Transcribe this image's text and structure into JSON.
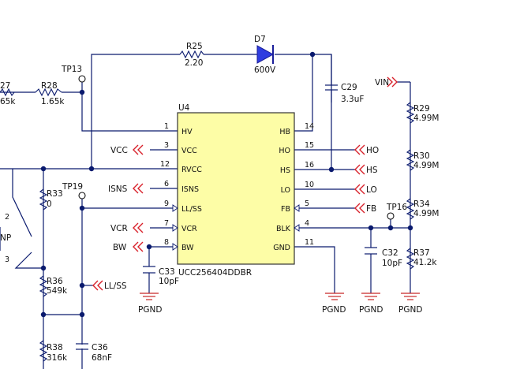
{
  "ic": {
    "ref": "U4",
    "part": "UCC256404DDBR",
    "left_pins": [
      {
        "num": "1",
        "name": "HV"
      },
      {
        "num": "3",
        "name": "VCC"
      },
      {
        "num": "12",
        "name": "RVCC"
      },
      {
        "num": "6",
        "name": "ISNS"
      },
      {
        "num": "9",
        "name": "LL/SS"
      },
      {
        "num": "7",
        "name": "VCR"
      },
      {
        "num": "8",
        "name": "BW"
      }
    ],
    "right_pins": [
      {
        "num": "14",
        "name": "HB"
      },
      {
        "num": "15",
        "name": "HO"
      },
      {
        "num": "16",
        "name": "HS"
      },
      {
        "num": "10",
        "name": "LO"
      },
      {
        "num": "5",
        "name": "FB"
      },
      {
        "num": "4",
        "name": "BLK"
      },
      {
        "num": "11",
        "name": "GND"
      }
    ]
  },
  "components": {
    "r25": {
      "ref": "R25",
      "value": "2.20"
    },
    "d7": {
      "ref": "D7",
      "value": "600V"
    },
    "c29": {
      "ref": "C29",
      "value": "3.3uF"
    },
    "r27": {
      "ref": "27",
      "value": "65k"
    },
    "r28": {
      "ref": "R28",
      "value": "1.65k"
    },
    "r29": {
      "ref": "R29",
      "value": "4.99M"
    },
    "r30": {
      "ref": "R30",
      "value": "4.99M"
    },
    "r34": {
      "ref": "R34",
      "value": "4.99M"
    },
    "r37": {
      "ref": "R37",
      "value": "41.2k"
    },
    "c32": {
      "ref": "C32",
      "value": "10pF"
    },
    "c33": {
      "ref": "C33",
      "value": "10pF"
    },
    "r33": {
      "ref": "R33",
      "value": "0"
    },
    "r36": {
      "ref": "R36",
      "value": "549k"
    },
    "r38": {
      "ref": "R38",
      "value": "316k"
    },
    "c36": {
      "ref": "C36",
      "value": "68nF"
    },
    "q_partial": {
      "ref": "NP",
      "pin_a": "2",
      "pin_b": "3"
    }
  },
  "test_points": {
    "tp13": "TP13",
    "tp19": "TP19",
    "tp16": "TP16"
  },
  "net_labels": {
    "vin": "VIN",
    "vcc": "VCC",
    "isns": "ISNS",
    "vcr": "VCR",
    "bw": "BW",
    "ho": "HO",
    "hs": "HS",
    "lo": "LO",
    "fb": "FB",
    "llss": "LL/SS"
  },
  "grounds": {
    "label": "PGND"
  },
  "colors": {
    "wire": "#0a1a6e",
    "ic_fill": "#fdfda6",
    "net_flag": "#d8202a",
    "ground": "#c62828",
    "diode": "#2f3de0"
  }
}
